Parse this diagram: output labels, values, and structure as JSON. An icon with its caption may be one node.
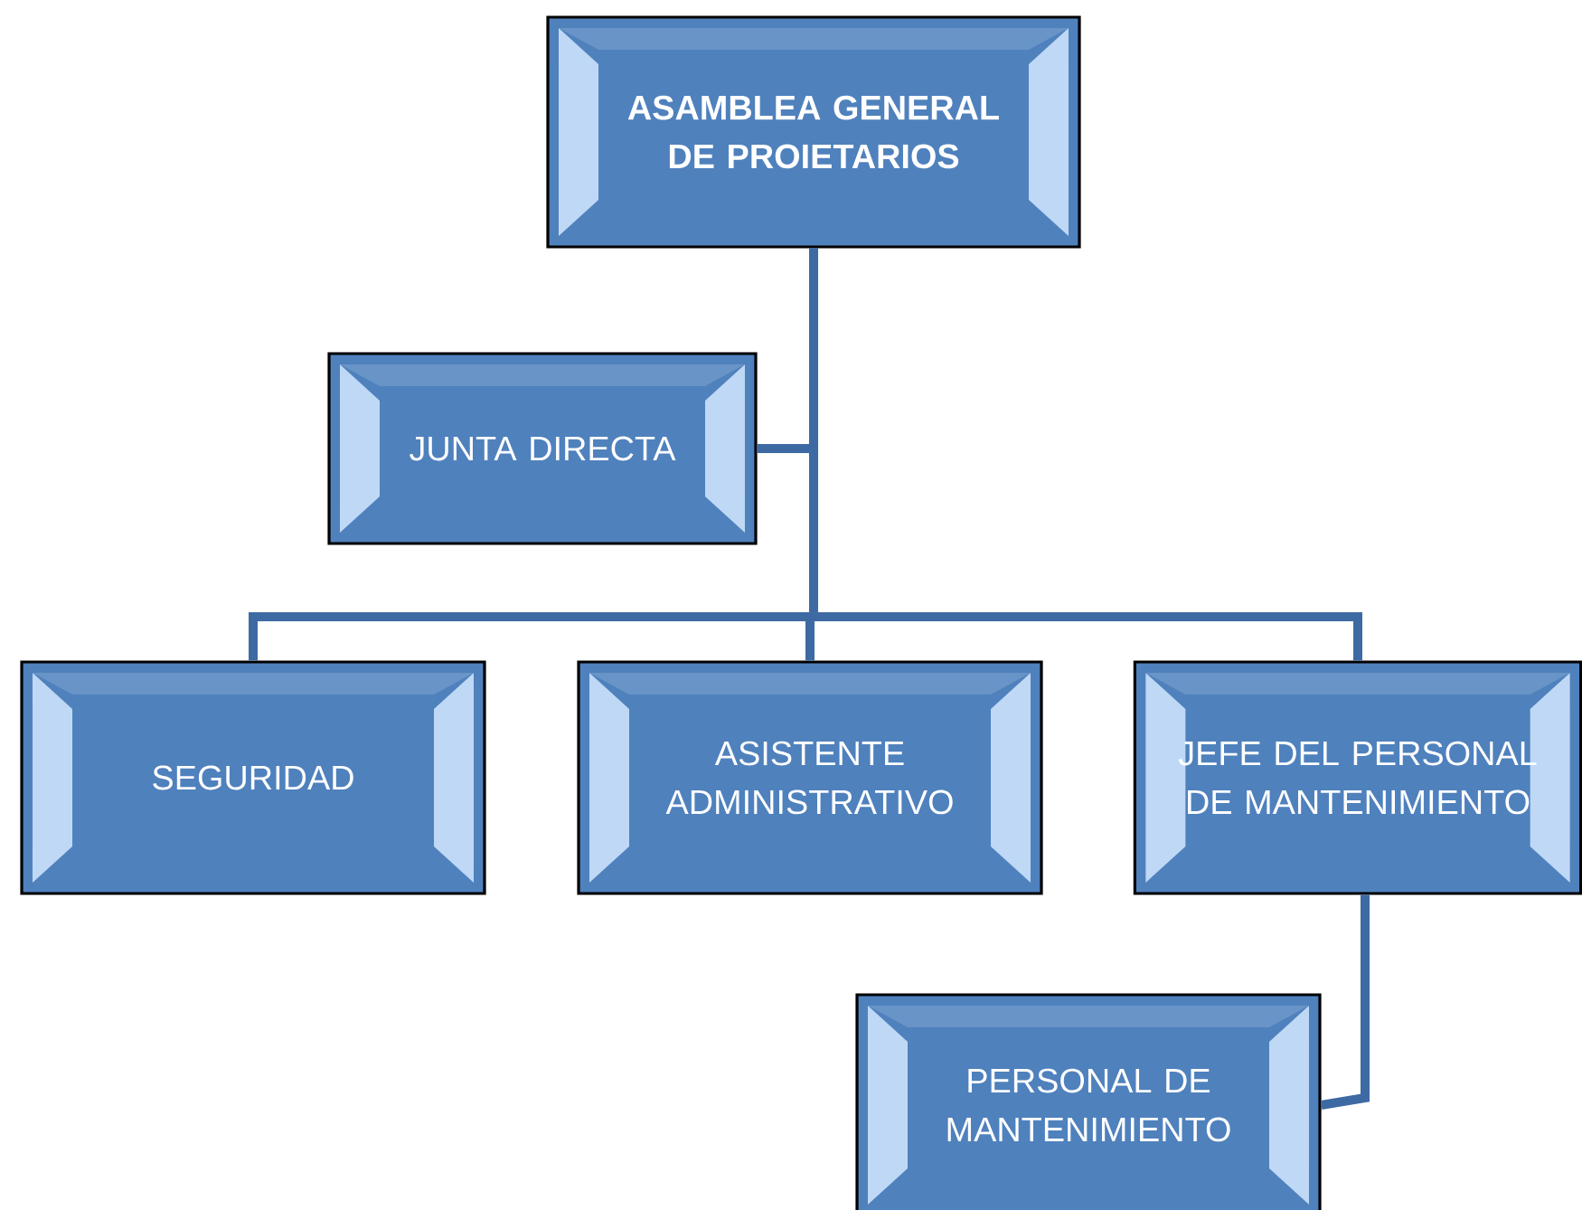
{
  "diagram": {
    "nodes": [
      {
        "text": [
          "ASAMBLEA GENERAL DE PROIETARIOS"
        ]
      },
      {
        "text": [
          "JUNTA DIRECTA"
        ]
      },
      {
        "text": [
          "SEGURIDAD"
        ]
      },
      {
        "text": [
          "ASISTENTE ADMINISTRATIVO"
        ]
      },
      {
        "text": [
          "JEFE DEL PERSONAL DE MANTENIMIENTO"
        ]
      },
      {
        "text": [
          "PERSONAL DE MANTENIMIENTO"
        ]
      }
    ],
    "edges": [
      {
        "from": 0,
        "to": 1,
        "arrow": "none"
      },
      {
        "from": 0,
        "to": 2,
        "arrow": "none"
      },
      {
        "from": 0,
        "to": 3,
        "arrow": "none"
      },
      {
        "from": 0,
        "to": 4,
        "arrow": "none"
      },
      {
        "from": 4,
        "to": 5,
        "arrow": "none"
      }
    ]
  }
}
